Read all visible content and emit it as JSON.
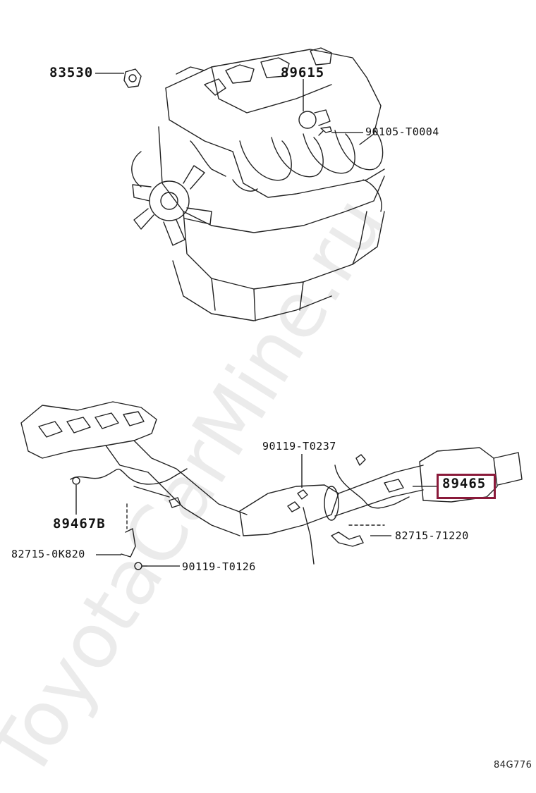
{
  "watermark": "ToyotaCarMine.ru",
  "diagram_code": "84G776",
  "highlight_color": "#8a1a3a",
  "labels": {
    "p83530": "83530",
    "p89615": "89615",
    "p90105": "90105-T0004",
    "p90119a": "90119-T0237",
    "p89465": "89465",
    "p82715a": "82715-71220",
    "p89467b": "89467B",
    "p82715b": "82715-0K820",
    "p90119b": "90119-T0126"
  }
}
